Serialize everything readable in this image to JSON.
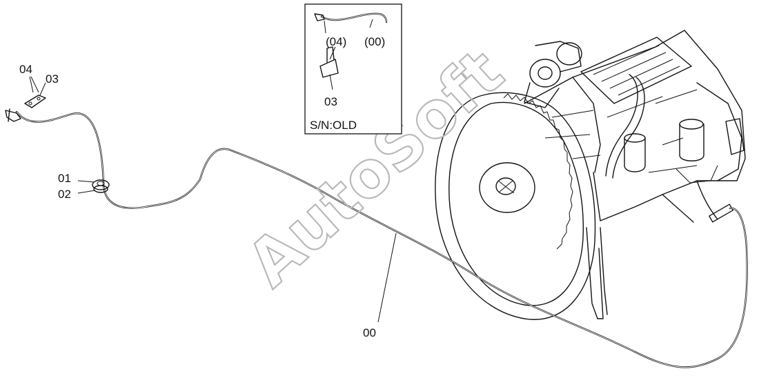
{
  "labels": {
    "cable_main": "00",
    "part_01": "01",
    "part_02": "02",
    "part_03": "03",
    "part_04": "04"
  },
  "inset": {
    "label_04": "(04)",
    "label_00": "(00)",
    "label_03": "03",
    "serial": "S/N:OLD"
  },
  "watermark": "AutoSoft",
  "colors": {
    "line": "#111111",
    "watermark": "#b9b9b9",
    "background": "#ffffff"
  }
}
